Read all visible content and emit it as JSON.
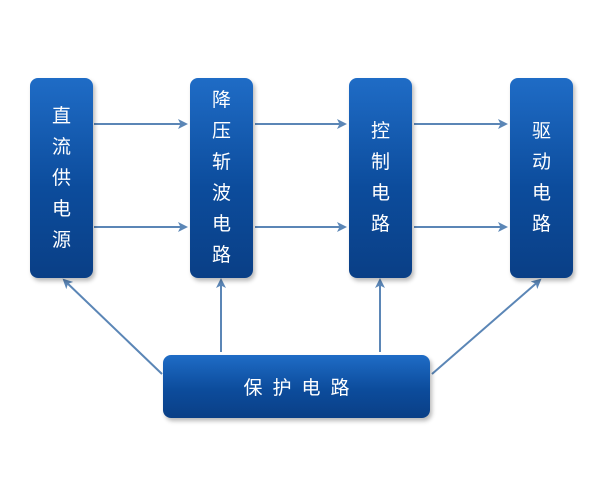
{
  "blocks": {
    "dc_power": {
      "label": "直流供电源"
    },
    "buck_chopper": {
      "label": "降压斩波电路"
    },
    "control": {
      "label": "控制电路"
    },
    "drive": {
      "label": "驱动电路"
    },
    "protection": {
      "label": "保护电路"
    }
  },
  "colors": {
    "box_fill": "#0c4c9c",
    "arrow": "#5b86b6",
    "text": "#ffffff"
  }
}
